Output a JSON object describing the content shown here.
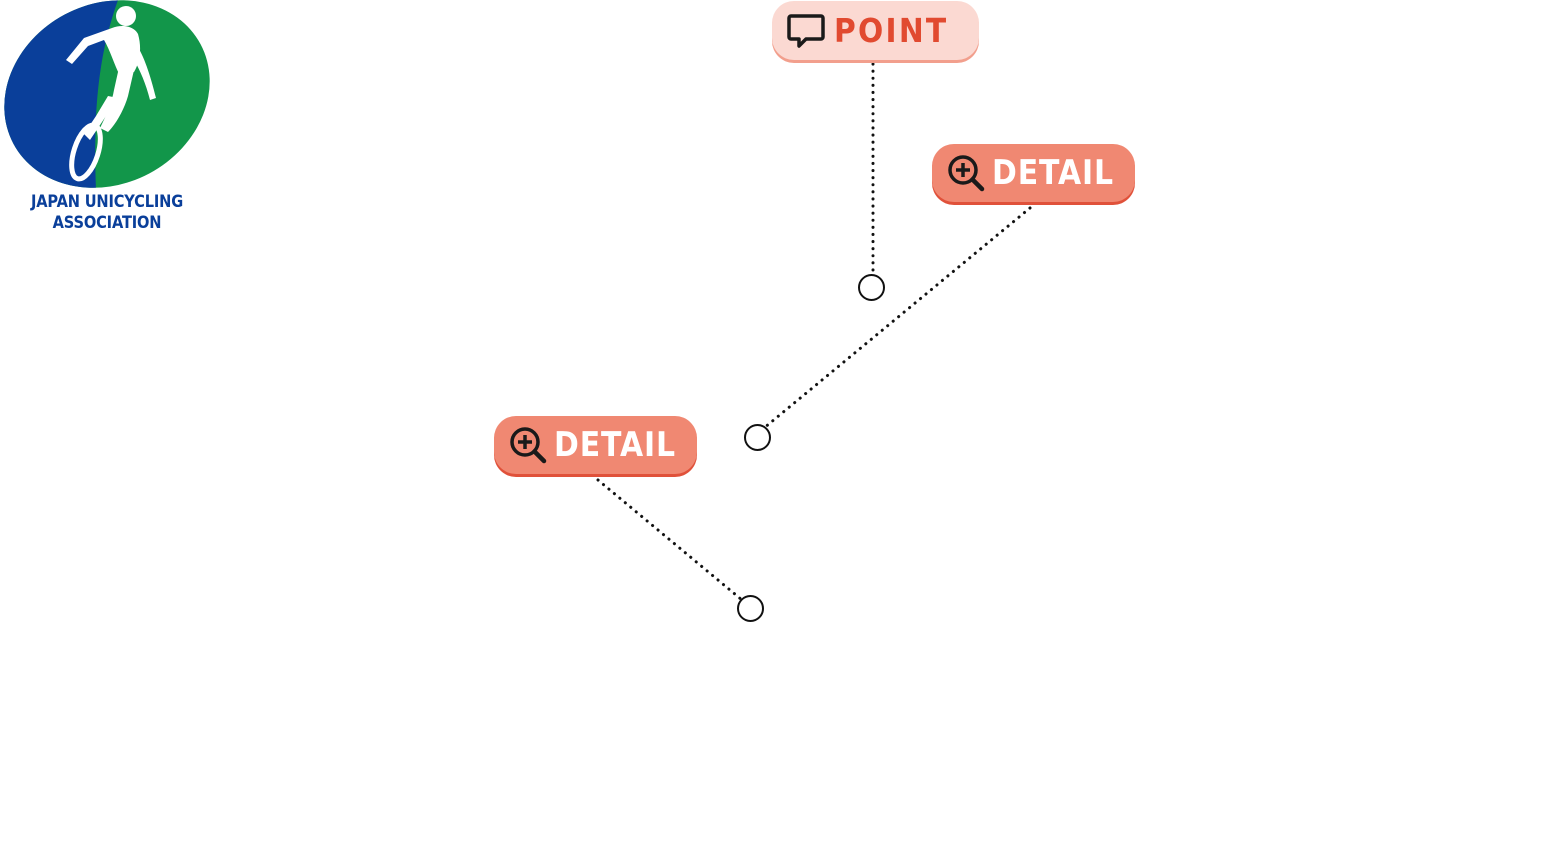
{
  "logo": {
    "line1": "JAPAN  UNICYCLING",
    "line2": "ASSOCIATION",
    "icon": "unicyclist-logo-icon",
    "colors": {
      "blue": "#0a3f9a",
      "green": "#12964a"
    }
  },
  "hotspots": [
    {
      "label": "POINT",
      "icon": "speech-bubble-icon",
      "style": "point"
    },
    {
      "label": "DETAIL",
      "icon": "zoom-in-icon",
      "style": "detail"
    },
    {
      "label": "DETAIL",
      "icon": "zoom-in-icon",
      "style": "detail"
    }
  ],
  "colors": {
    "point_bg": "#fbd9d2",
    "point_text": "#e14a30",
    "detail_bg": "#f08872",
    "detail_text": "#ffffff",
    "connector": "#111111"
  }
}
